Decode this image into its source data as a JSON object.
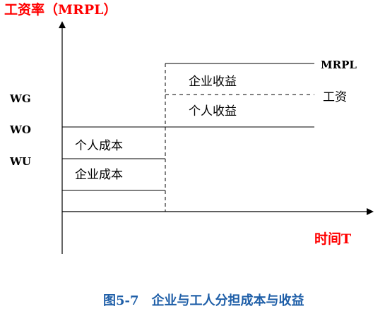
{
  "y_axis_label": "工资率（MRPL）",
  "x_axis_label": "时间T",
  "y_ticks": {
    "wg": "WG",
    "wo": "WO",
    "wu": "WU"
  },
  "line_labels": {
    "mrpl": "MRPL",
    "wage": "工资"
  },
  "regions": {
    "firm_benefit": "企业收益",
    "personal_benefit": "个人收益",
    "personal_cost": "个人成本",
    "firm_cost": "企业成本"
  },
  "caption": "图5-7　企业与工人分担成本与收益",
  "colors": {
    "axis_label": "#ff0000",
    "caption": "#1f5fa8",
    "ink": "#000000"
  }
}
